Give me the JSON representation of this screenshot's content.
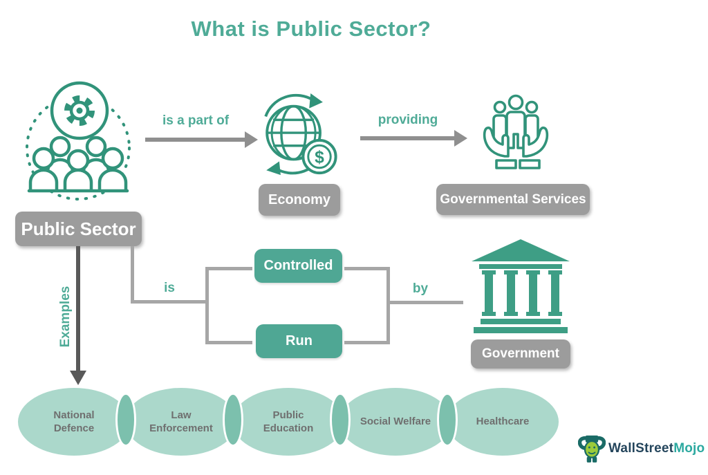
{
  "title": "What is Public Sector?",
  "nodes": {
    "public_sector": {
      "label": "Public Sector"
    },
    "economy": {
      "label": "Economy"
    },
    "governmental_services": {
      "label": "Governmental Services"
    },
    "controlled": {
      "label": "Controlled"
    },
    "run": {
      "label": "Run"
    },
    "government": {
      "label": "Government"
    }
  },
  "edges": {
    "is_a_part_of": "is a part of",
    "providing": "providing",
    "is": "is",
    "by": "by",
    "examples": "Examples"
  },
  "examples": {
    "items": [
      {
        "label": "National Defence"
      },
      {
        "label": "Law Enforcement"
      },
      {
        "label": "Public Education"
      },
      {
        "label": "Social Welfare"
      },
      {
        "label": "Healthcare"
      }
    ]
  },
  "icons": {
    "public_sector": "people-with-gear-icon",
    "economy": "globe-dollar-cycle-icon",
    "governmental_services": "hands-holding-people-icon",
    "government": "government-building-icon",
    "dollar_glyph": "$"
  },
  "logo": {
    "wallstreet": "WallStreet",
    "mojo": "Mojo"
  },
  "colors": {
    "teal_text": "#4FAB97",
    "icon_stroke": "#31937A",
    "node_fill": "#4FA794",
    "building_fill": "#3E9E85",
    "gray_box": "#9C9C9C",
    "connector_gray": "#A6A6A6",
    "arrow_gray": "#8F8F8F",
    "dark_arrow": "#595959",
    "ellipse_fill": "#ABD8CB",
    "ellipse_overlap": "#7CC0AD",
    "ellipse_text": "#6F6F6F",
    "logo_dark": "#24455C",
    "logo_teal": "#2CA9A0"
  }
}
